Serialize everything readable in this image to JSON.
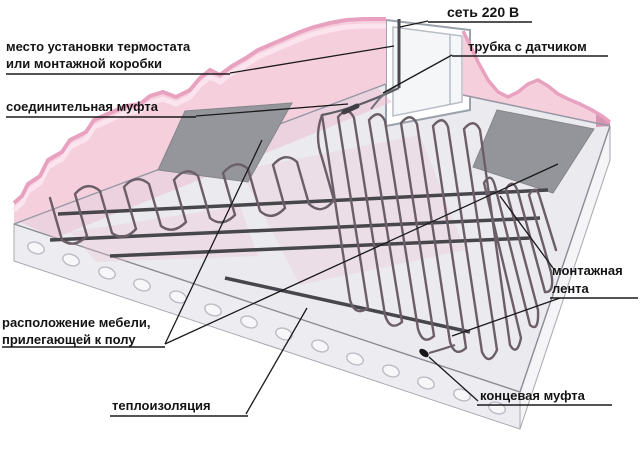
{
  "labels": {
    "power": "сеть 220 В",
    "sensor_tube": "трубка с датчиком",
    "thermostat_line1": "место установки термостата",
    "thermostat_line2": "или монтажной коробки",
    "joint_coupling": "соединительная муфта",
    "furniture_line1": "расположение мебели,",
    "furniture_line2": "прилегающей к полу",
    "insulation": "теплоизоляция",
    "tape_line1": "монтажная",
    "tape_line2": "лента",
    "end_coupling": "концевая муфта"
  },
  "colors": {
    "wall_pink": "#f6cfdd",
    "wall_rim_pink": "#e8a2c0",
    "wall_highlight_pink": "#fbe4ee",
    "wall_shadow_pink": "#d795b2",
    "floor_gray": "#eaeaef",
    "floor_wash_pink": "#eebad0",
    "furniture_zone_gray": "#95959c",
    "slab_face": "#ededf1",
    "slab_face_right": "#f5f5f8",
    "heating_cable": "#6c5e68",
    "mounting_tape": "#46464c",
    "leader_line": "#1a1a1a",
    "window_frame": "#9aa2ab"
  },
  "diagram_type": "isometric floor heating installation scheme"
}
